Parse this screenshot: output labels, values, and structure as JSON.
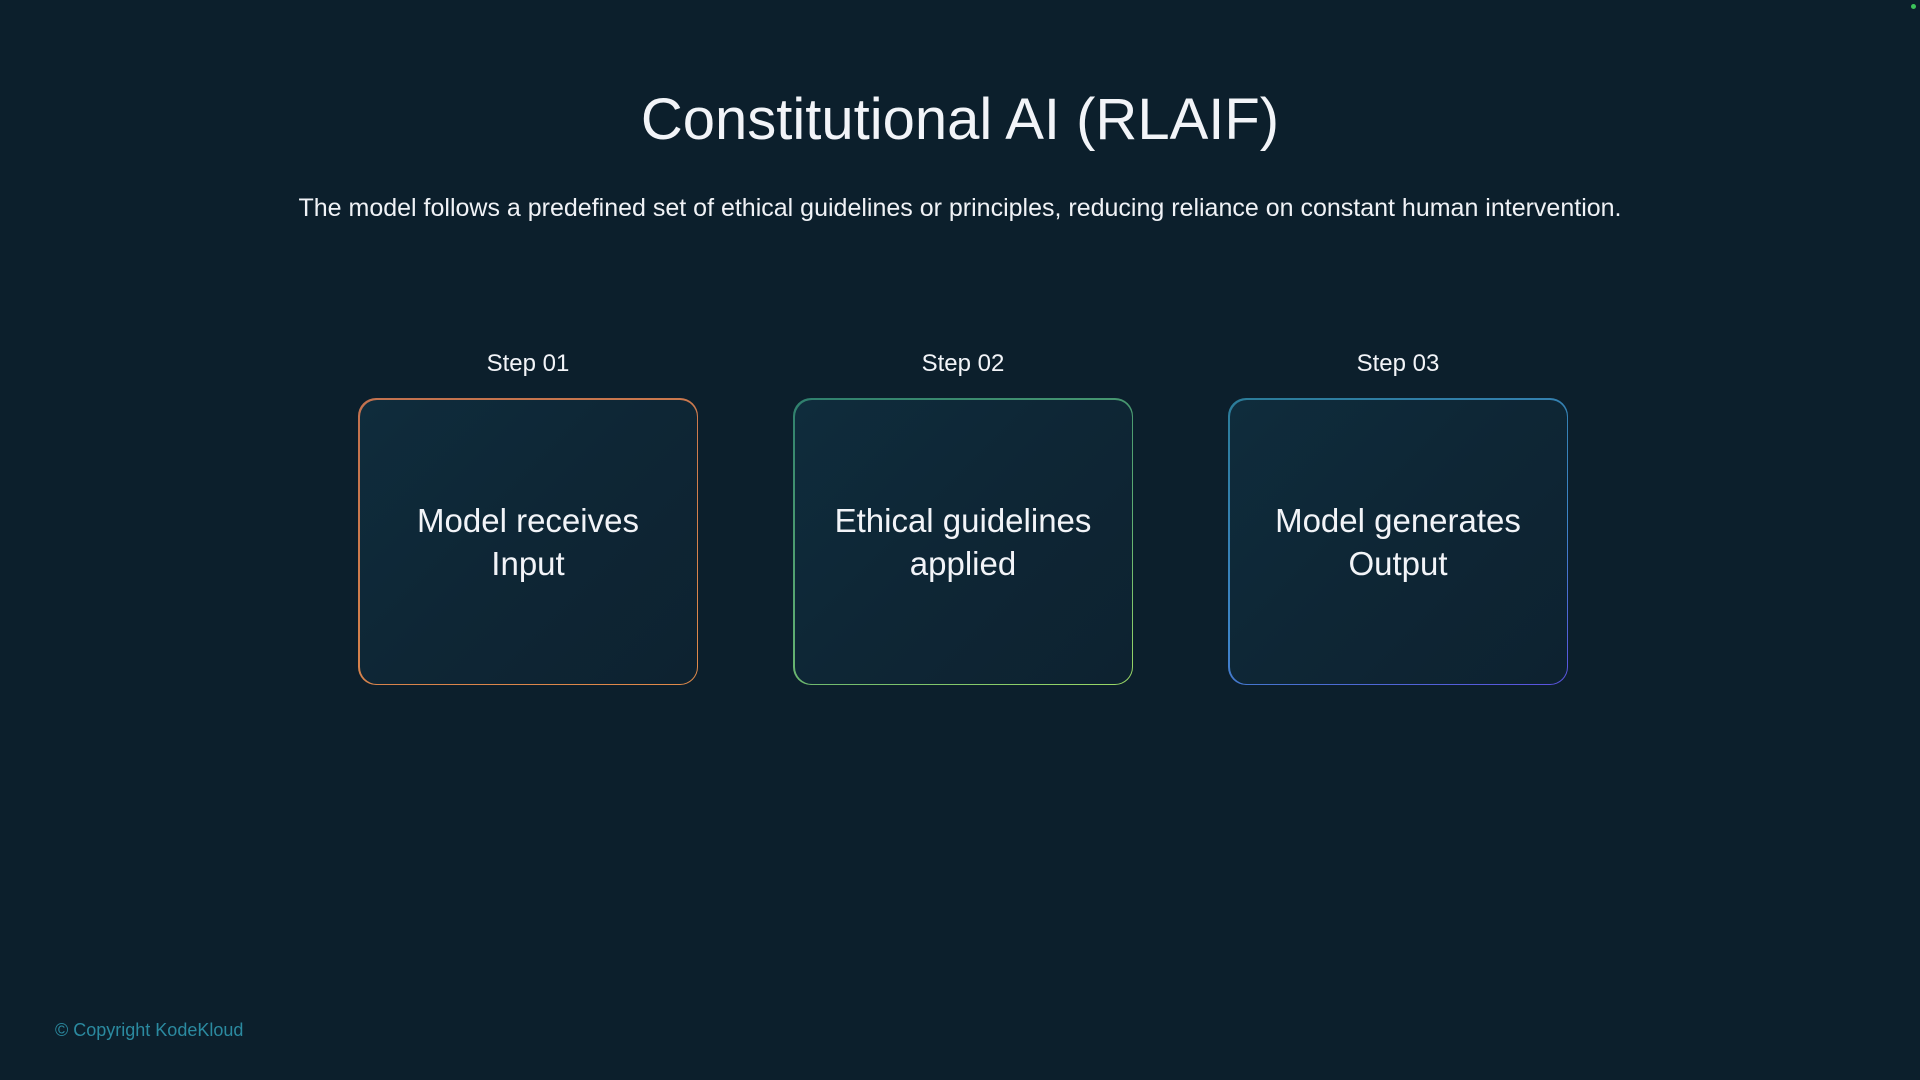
{
  "slide": {
    "title": "Constitutional AI (RLAIF)",
    "subtitle": "The model follows a predefined set of ethical guidelines or principles, reducing reliance on constant human intervention.",
    "steps": [
      {
        "label": "Step 01",
        "line1": "Model receives",
        "line2": "Input",
        "border_color": "#e08a4a"
      },
      {
        "label": "Step 02",
        "line1": "Ethical guidelines",
        "line2": "applied",
        "border_color": "#7fc46a"
      },
      {
        "label": "Step 03",
        "line1": "Model generates",
        "line2": "Output",
        "border_color": "#4a6ad8"
      }
    ],
    "copyright": "© Copyright KodeKloud"
  },
  "colors": {
    "background": "#0c1f2c",
    "copyright": "#2b8aa0"
  }
}
